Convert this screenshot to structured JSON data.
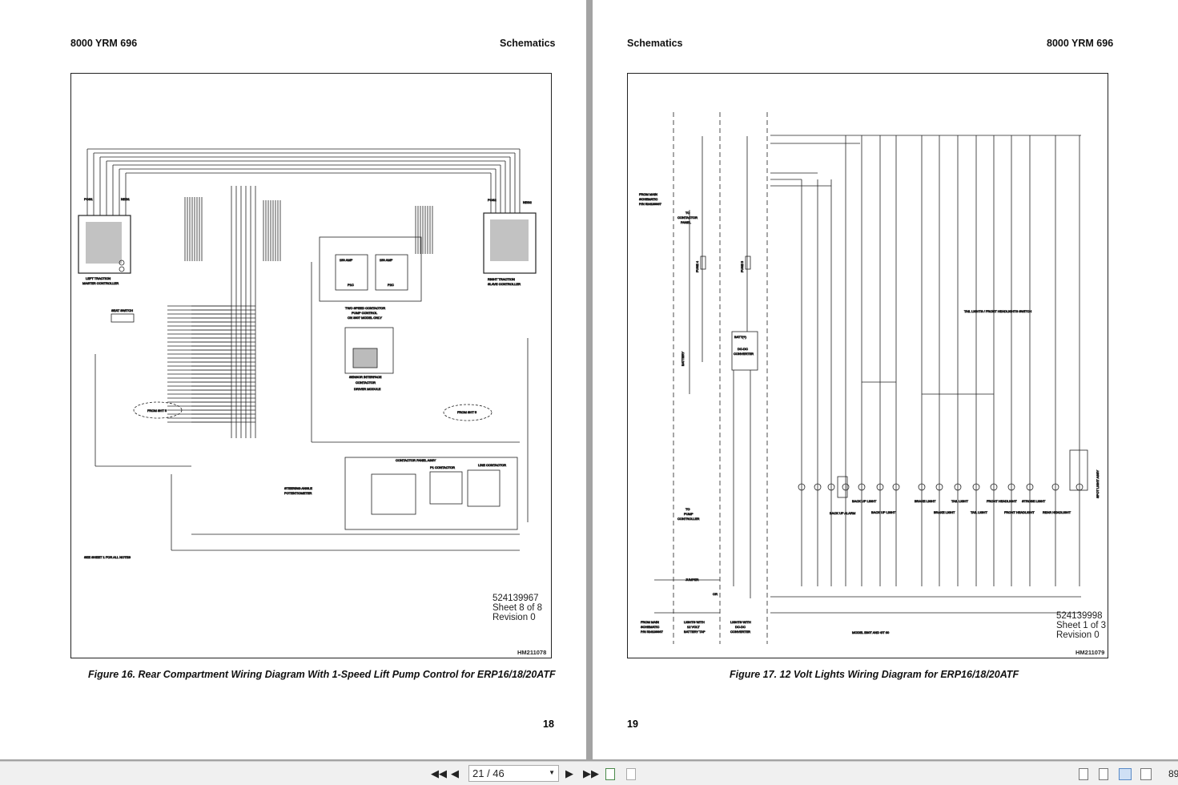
{
  "left_page": {
    "header_left": "8000 YRM 696",
    "header_right": "Schematics",
    "doc_number": "524139967",
    "sheet": "Sheet 8 of 8",
    "revision": "Revision 0",
    "hm": "HM211078",
    "caption": "Figure 16. Rear Compartment Wiring Diagram With 1-Speed Lift Pump Control for ERP16/18/20ATF",
    "page_number": "18",
    "labels": {
      "left_ctrl_1": "LEFT TRACTION",
      "left_ctrl_2": "MASTER CONTROLLER",
      "right_ctrl_1": "RIGHT TRACTION",
      "right_ctrl_2": "SLAVE CONTROLLER",
      "seat": "SEAT SWITCH",
      "pump1": "TWO SPEED CONTACTOR",
      "pump2": "PUMP CONTROL",
      "pump3": "ON 3907 MODEL ONLY",
      "sensor1": "SENSOR INTERFACE",
      "sensor2": "CONTACTOR",
      "sensor3": "DRIVER MODULE",
      "from1": "FROM SHT 5",
      "from2": "FROM SHT 5",
      "panel": "CONTACTOR PANEL ASSY",
      "p1": "P1 CONTACTOR",
      "line": "LINE CONTACTOR",
      "steer1": "STEERING ANGLE",
      "steer2": "POTENTIOMETER",
      "notes": "SEE SHEET 1 FOR ALL NOTES",
      "amp150a": "150 AMP",
      "amp150b": "150 AMP",
      "p1c": "P1C",
      "p2c": "P2C",
      "pos1": "POS1",
      "neg1": "NEG1",
      "pos2": "POS2",
      "neg2": "NEG2"
    }
  },
  "right_page": {
    "header_left": "Schematics",
    "header_right": "8000 YRM 696",
    "doc_number": "524139998",
    "sheet": "Sheet 1 of 3",
    "revision": "Revision 0",
    "hm": "HM211079",
    "caption": "Figure 17. 12 Volt Lights Wiring Diagram for ERP16/18/20ATF",
    "page_number": "19",
    "labels": {
      "from_main1": "FROM MAIN",
      "from_main2": "SCHEMATIC",
      "from_main3": "P/N 524139967",
      "to_panel1": "TO",
      "to_panel2": "CONTACTOR",
      "to_panel3": "PANEL",
      "battery": "BATTERY",
      "fuse4": "FUSE 4",
      "fuse5": "FUSE 5",
      "dcdc1": "BATT(+)",
      "dcdc2": "DC-DC",
      "dcdc3": "CONVERTER",
      "to_pump1": "TO",
      "to_pump2": "PUMP",
      "to_pump3": "CONTROLLER",
      "jumper": "JUMPER",
      "or": "OR",
      "lights12_1": "LIGHTS WITH",
      "lights12_2": "12 VOLT",
      "lights12_3": "BATTERY TAP",
      "lightsdc_1": "LIGHTS WITH",
      "lightsdc_2": "DC-DC",
      "lightsdc_3": "CONVERTER",
      "model": "MODEL E80T AND GT 60",
      "backup_alarm": "BACK UP ALARM",
      "backup1": "BACK UP LIGHT",
      "backup2": "BACK UP LIGHT",
      "brake1": "BRAKE LIGHT",
      "brake2": "BRAKE LIGHT",
      "tail1": "TAIL LIGHT",
      "tail2": "TAIL LIGHT",
      "fhead1": "FRONT HEADLIGHT",
      "fhead2": "FRONT HEADLIGHT",
      "strobe": "STROBE LIGHT",
      "rhead": "REAR HEADLIGHT",
      "spot": "SPOT LIGHT ASSY",
      "taillights": "TAIL LIGHTS / FRONT HEADLIGHTS SWITCH"
    }
  },
  "toolbar": {
    "page_field": "21 / 46",
    "zoom": "89",
    "icons": [
      "first-page-icon",
      "prev-page-icon",
      "next-page-icon",
      "last-page-icon",
      "rotate-icon",
      "extract-icon",
      "single-page-view-icon",
      "continuous-view-icon",
      "two-page-view-icon",
      "two-page-continuous-view-icon"
    ]
  }
}
